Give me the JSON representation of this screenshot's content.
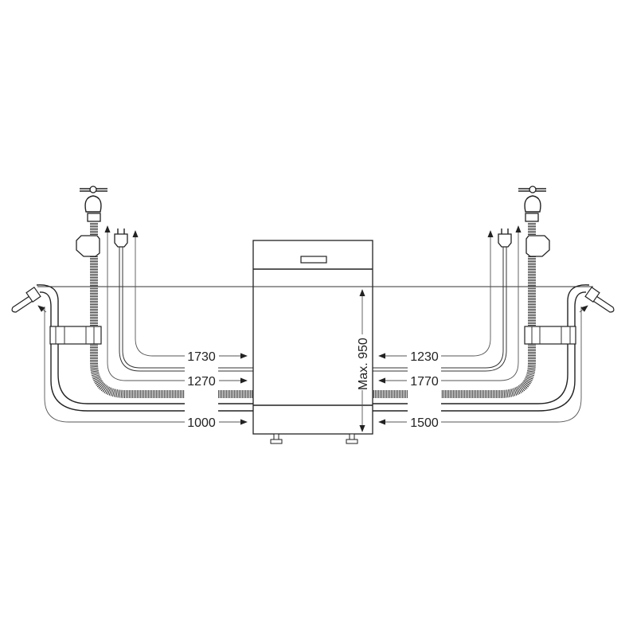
{
  "diagram": {
    "height_label": "Max. 950",
    "left": {
      "power_cord_length": "1730",
      "inlet_hose_length": "1270",
      "drain_hose_length": "1000"
    },
    "right": {
      "power_cord_length": "1230",
      "inlet_hose_length": "1770",
      "drain_hose_length": "1500"
    },
    "colors": {
      "line": "#333333",
      "background": "#ffffff"
    },
    "icons": [
      "water-tap-icon",
      "aquastop-valve-icon",
      "power-plug-icon",
      "drain-hook-icon",
      "hose-clamp-icon"
    ]
  }
}
